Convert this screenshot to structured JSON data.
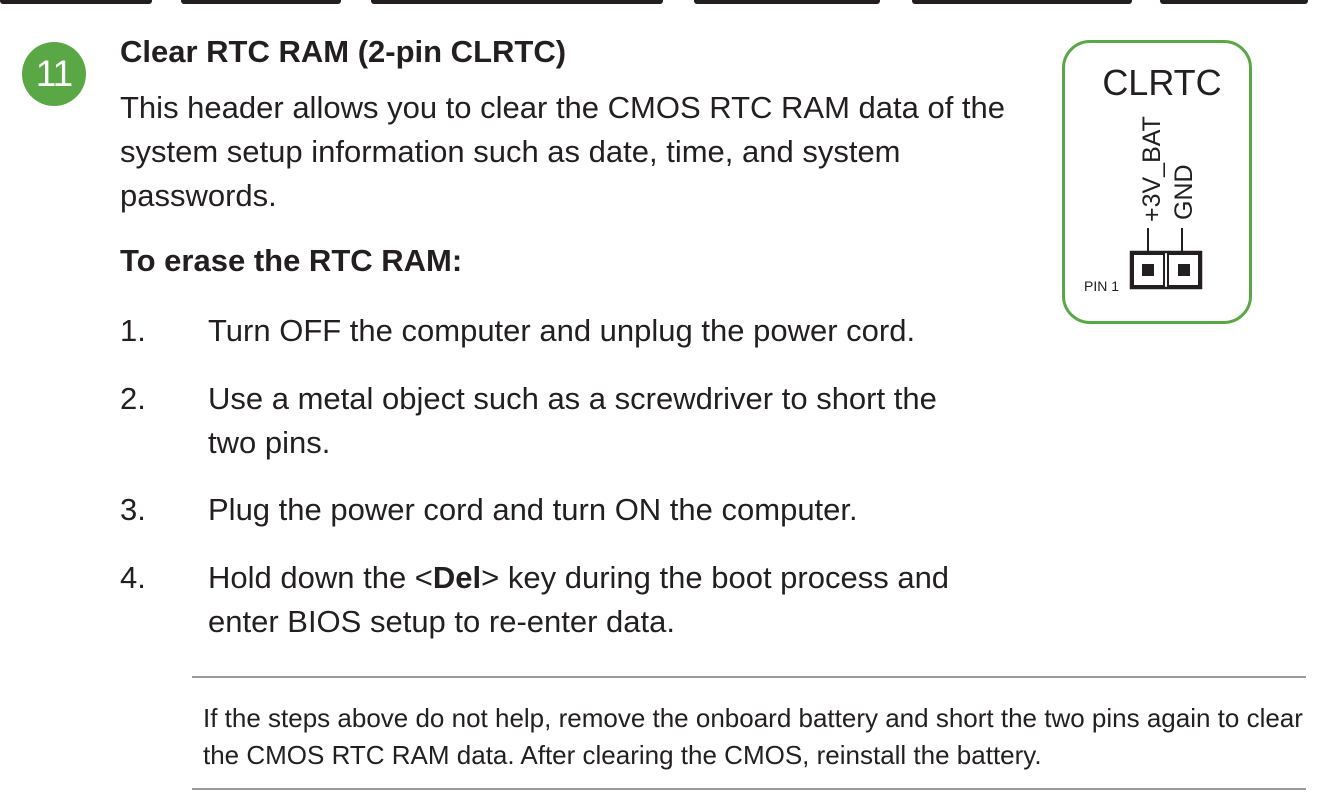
{
  "section": {
    "number": "11",
    "title": "Clear RTC RAM (2-pin CLRTC)",
    "intro": "This header allows you to clear the CMOS RTC RAM data of the system setup information such as date, time, and system passwords."
  },
  "procedure": {
    "heading": "To erase the RTC RAM:",
    "steps": [
      {
        "num": "1.",
        "text": "Turn OFF the computer and unplug the power cord."
      },
      {
        "num": "2.",
        "text": "Use a metal object such as a screwdriver to short the two pins."
      },
      {
        "num": "3.",
        "text": "Plug the power cord and turn ON the computer."
      },
      {
        "num": "4.",
        "text_before": "Hold down the <",
        "key": "Del",
        "text_after": "> key during the boot process and enter BIOS setup to re-enter data."
      }
    ]
  },
  "note": {
    "text": "If the steps above do not help, remove the onboard battery and short the two pins again to clear the CMOS RTC RAM data. After clearing the CMOS, reinstall the battery."
  },
  "diagram": {
    "title": "CLRTC",
    "pin_labels": [
      "+3V_BAT",
      "GND"
    ],
    "pin1_label": "PIN 1"
  },
  "colors": {
    "accent_green": "#5aa845",
    "text": "#231f20",
    "rule_gray": "#9a9a9a"
  }
}
